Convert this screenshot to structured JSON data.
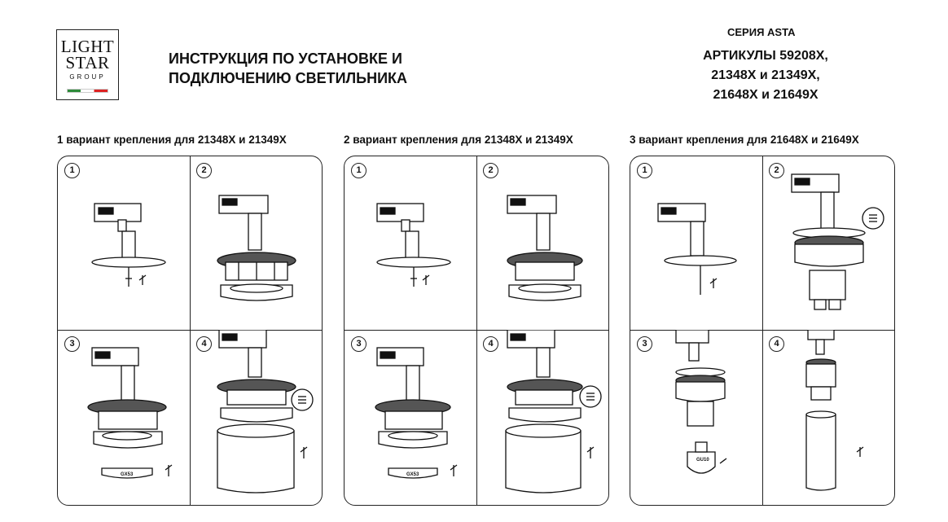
{
  "logo": {
    "line1": "LIGHT",
    "line2": "STAR",
    "line3": "GROUP"
  },
  "document": {
    "title_line1": "ИНСТРУКЦИЯ ПО УСТАНОВКЕ И",
    "title_line2": "ПОДКЛЮЧЕНИЮ СВЕТИЛЬНИКА"
  },
  "series": {
    "label": "СЕРИЯ ASTA",
    "articles_line1": "АРТИКУЛЫ 59208X,",
    "articles_line2": "21348X и 21349X,",
    "articles_line3": "21648X и 21649X"
  },
  "sections": [
    {
      "title": "1 вариант крепления для 21348X и 21349X",
      "steps": [
        "1",
        "2",
        "3",
        "4"
      ],
      "base_label": "GX53"
    },
    {
      "title": "2 вариант крепления для 21348X и 21349X",
      "steps": [
        "1",
        "2",
        "3",
        "4"
      ],
      "base_label": "GX53"
    },
    {
      "title": "3 вариант крепления для 21648X и 21649X",
      "steps": [
        "1",
        "2",
        "3",
        "4"
      ],
      "base_label": "GU10"
    }
  ]
}
